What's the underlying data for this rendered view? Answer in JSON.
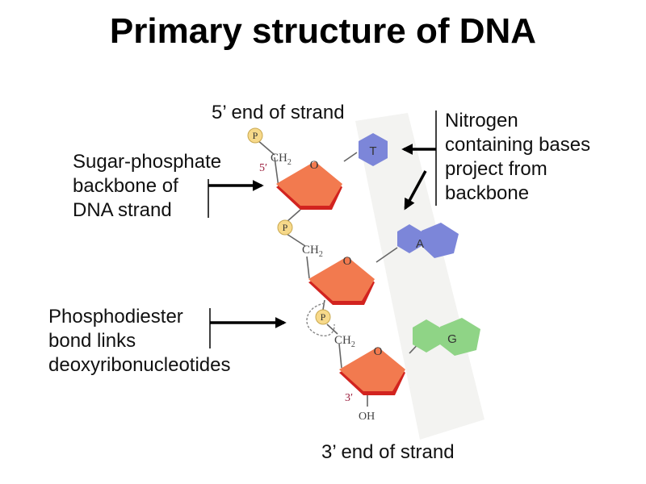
{
  "title": "Primary structure of DNA",
  "labels": {
    "five_end": "5’ end of strand",
    "three_end": "3’ end of strand",
    "backbone": [
      "Sugar-phosphate",
      "backbone of",
      "DNA strand"
    ],
    "nitrogen": [
      "Nitrogen",
      "containing bases",
      "project from",
      "backbone"
    ],
    "phosphodiester": [
      "Phosphodiester",
      "bond links",
      "deoxyribonucleotides"
    ]
  },
  "molecule": {
    "phosphate": "P",
    "ch2": "CH",
    "ch2_sub": "2",
    "oxygen": "O",
    "five_prime": "5′",
    "three_prime": "3′",
    "hydroxyl": "OH",
    "bases": [
      "T",
      "A",
      "G"
    ]
  },
  "colors": {
    "sugar": "#f27a4f",
    "sugar_edge": "#d2231f",
    "phosphate": "#f7d98a",
    "base_t": "#7c86d9",
    "base_a": "#7c86d9",
    "base_g": "#8fd486",
    "prime_label": "#9b1c3c"
  }
}
